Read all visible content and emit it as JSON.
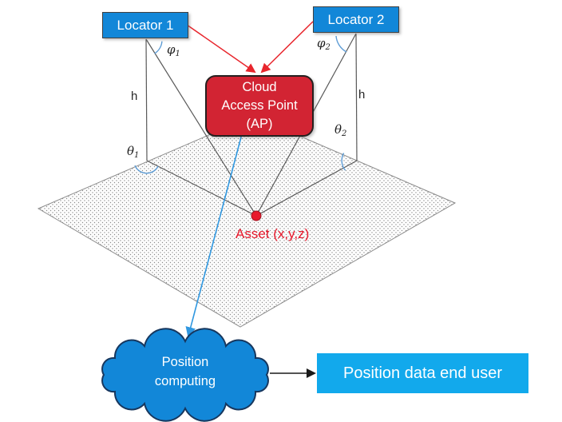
{
  "diagram": {
    "locator1_label": "Locator 1",
    "locator2_label": "Locator 2",
    "ap_lines": [
      "Cloud",
      "Access Point",
      "(AP)"
    ],
    "asset_label": "Asset (x,y,z)",
    "angle_labels": {
      "phi1": {
        "sym": "φ",
        "sub": "1"
      },
      "phi2": {
        "sym": "φ",
        "sub": "2"
      },
      "theta1": {
        "sym": "θ",
        "sub": "1"
      },
      "theta2": {
        "sym": "θ",
        "sub": "2"
      }
    },
    "height_labels": {
      "left": "h",
      "right": "h"
    },
    "cloud_lines": [
      "Position",
      "computing"
    ],
    "end_user_label": "Position data end user",
    "colors": {
      "locator_blue": "#1287D8",
      "ap_red": "#D22433",
      "end_user_blue": "#12A9EC",
      "arrow_red": "#E8262D",
      "arrow_blue": "#2F97E0",
      "arrow_black": "#1A1A1A",
      "line_gray": "#595959",
      "arc_blue": "#5B9BD5",
      "asset_red": "#E8192C"
    }
  }
}
